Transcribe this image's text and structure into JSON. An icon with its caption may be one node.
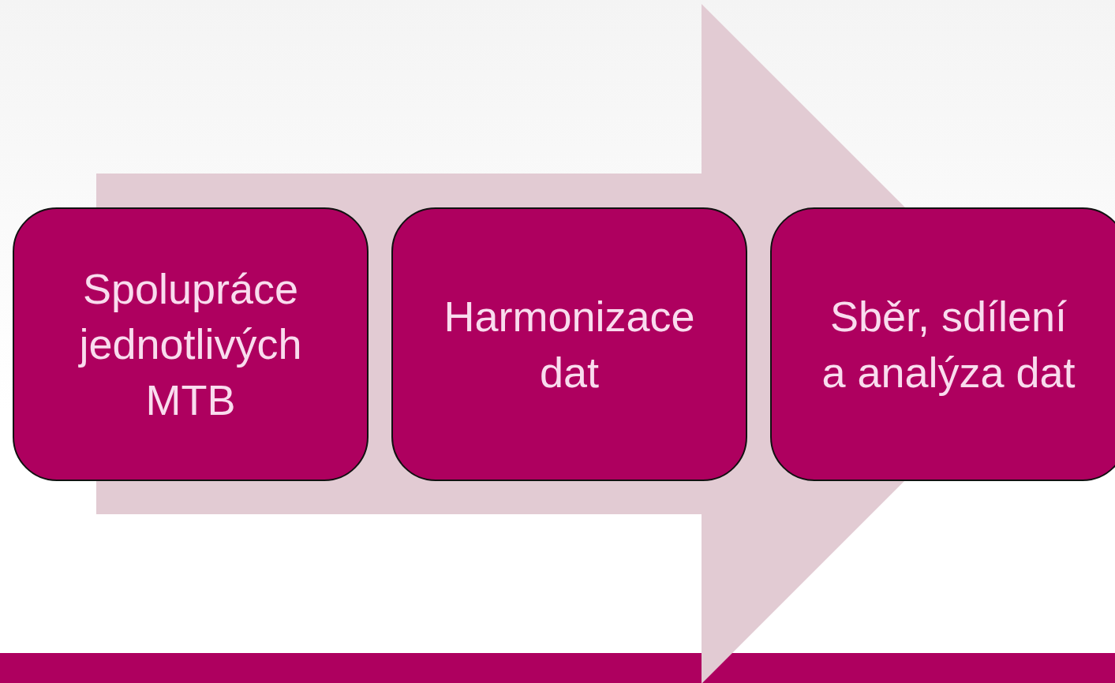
{
  "diagram": {
    "nodes": [
      {
        "text": [
          "Spolupráce jednotlivých MTB"
        ]
      },
      {
        "text": [
          "Harmonizace dat"
        ]
      },
      {
        "text": [
          "Sběr, sdílení a analýza dat"
        ]
      }
    ],
    "edges": [
      {
        "from": 0,
        "to": 2,
        "arrow": "to"
      }
    ]
  }
}
